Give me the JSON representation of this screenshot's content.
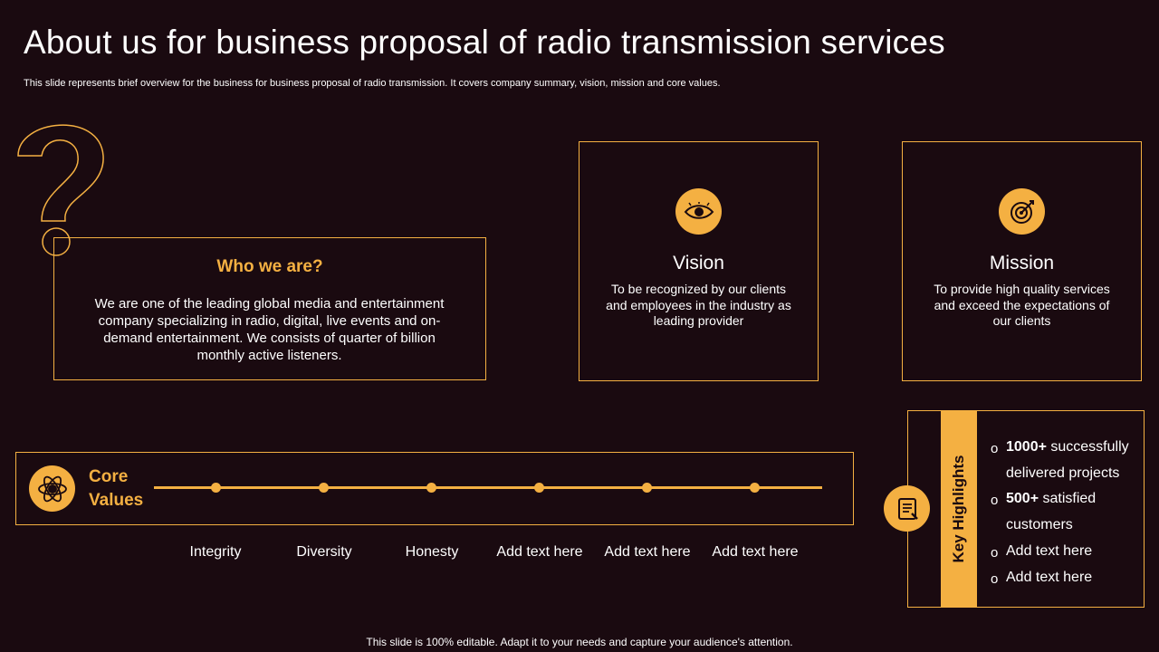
{
  "slide": {
    "title": "About us for business proposal of radio transmission services",
    "subtitle": "This slide represents brief overview for the business for business proposal of radio transmission. It covers company summary, vision, mission and core values.",
    "footer": "This slide is 100% editable. Adapt it to your needs and capture your audience's attention."
  },
  "who": {
    "heading": "Who we are?",
    "text": "We are one of the leading global media and entertainment  company specializing in radio, digital, live events and on-demand entertainment.  We consists of quarter of billion monthly  active listeners.",
    "icon": "question-mark-icon"
  },
  "vision": {
    "title": "Vision",
    "text": "To be recognized by our clients and employees in the industry as leading provider",
    "icon": "eye-icon"
  },
  "mission": {
    "title": "Mission",
    "text": "To provide high quality services and exceed the expectations of our clients",
    "icon": "target-icon"
  },
  "core_values": {
    "label_line1": "Core",
    "label_line2": "Values",
    "icon": "atom-icon",
    "items": [
      "Integrity",
      "Diversity",
      "Honesty",
      "Add text here",
      "Add text here",
      "Add text here"
    ]
  },
  "key_highlights": {
    "title": "Key Highlights",
    "icon": "document-icon",
    "bullet": "o",
    "items": [
      {
        "bold": "1000+",
        "rest": " successfully delivered projects"
      },
      {
        "bold": "500+",
        "rest": " satisfied customers"
      },
      {
        "bold": "",
        "rest": "Add text here"
      },
      {
        "bold": "",
        "rest": "Add text here"
      }
    ]
  },
  "colors": {
    "background": "#1a0a10",
    "accent": "#f4b042",
    "text": "#ffffff"
  }
}
